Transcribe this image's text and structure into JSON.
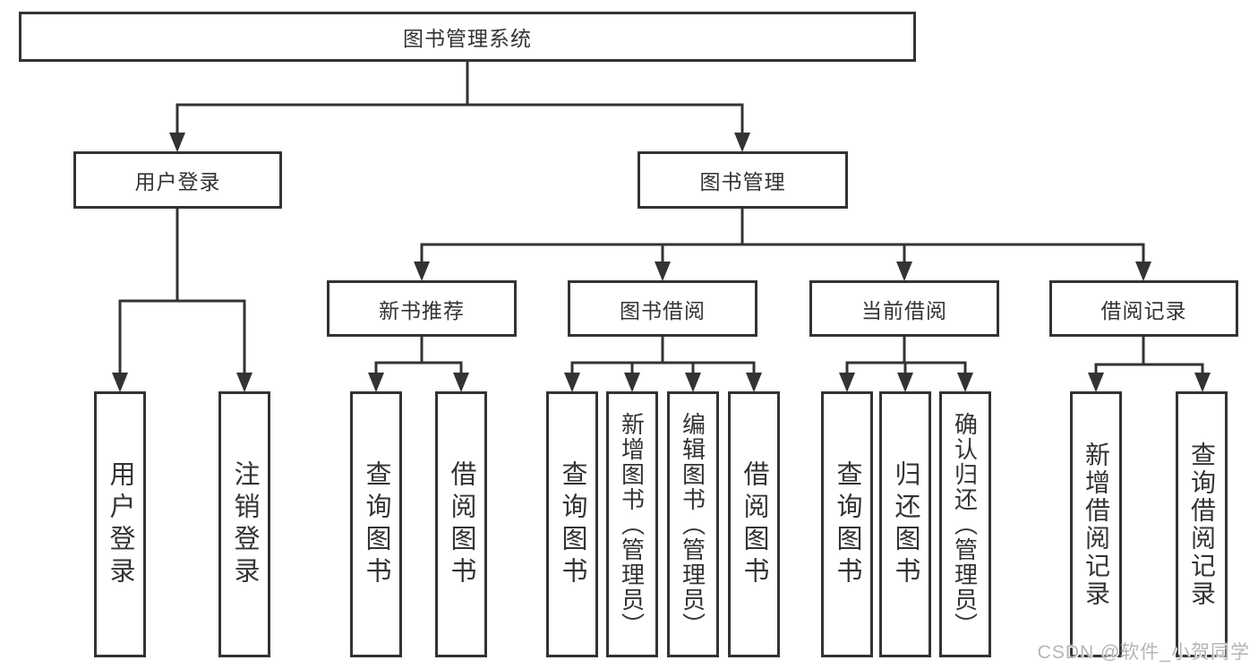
{
  "tree": {
    "root": "图书管理系统",
    "children": [
      {
        "label": "用户登录",
        "leaves": [
          "用户登录",
          "注销登录"
        ]
      },
      {
        "label": "图书管理",
        "children": [
          {
            "label": "新书推荐",
            "leaves": [
              "查询图书",
              "借阅图书"
            ]
          },
          {
            "label": "图书借阅",
            "leaves": [
              "查询图书",
              "新增图书（管理员）",
              "编辑图书（管理员）",
              "借阅图书"
            ]
          },
          {
            "label": "当前借阅",
            "leaves": [
              "查询图书",
              "归还图书",
              "确认归还（管理员）"
            ]
          },
          {
            "label": "借阅记录",
            "leaves": [
              "新增借阅记录",
              "查询借阅记录"
            ]
          }
        ]
      }
    ]
  },
  "watermark": {
    "text": "CSDN @软件_小贺同学"
  },
  "colors": {
    "line": "#333333",
    "text": "#333333",
    "background": "#ffffff",
    "watermark": "#b5b5b5"
  }
}
